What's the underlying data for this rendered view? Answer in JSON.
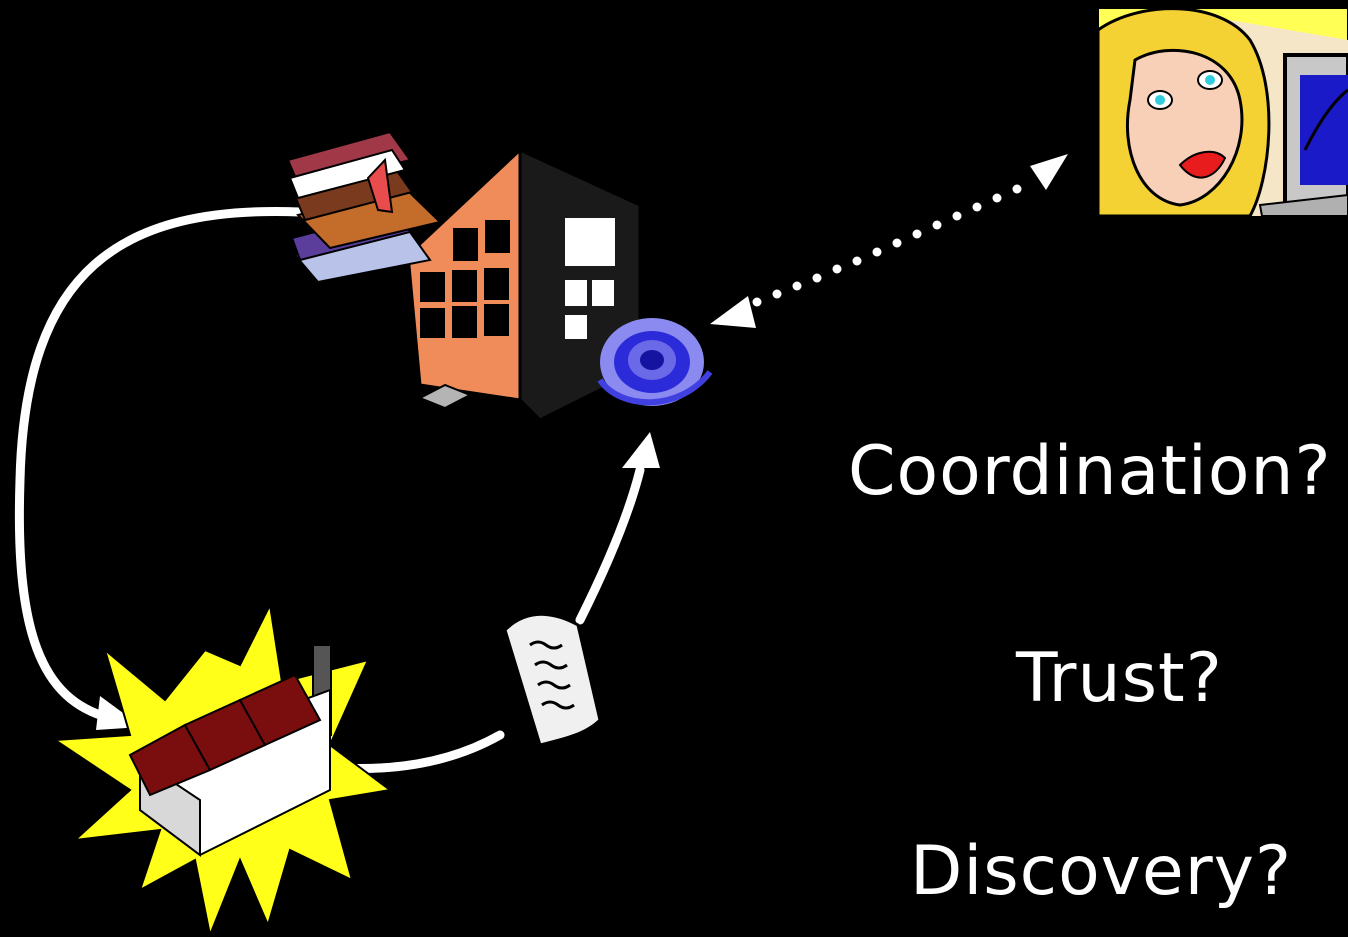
{
  "slide": {
    "background": "#000000",
    "questions": [
      "Coordination?",
      "Trust?",
      "Discovery?"
    ]
  },
  "icons": {
    "person": "woman-at-computer-icon",
    "library": "library-building-icon",
    "books": "book-stack-icon",
    "web": "web-spiral-icon",
    "factory": "factory-burst-icon",
    "document": "document-scroll-icon"
  },
  "colors": {
    "arrow": "#ffffff",
    "building": "#f08c5a",
    "factory_roof": "#7a0e0e",
    "burst": "#ffff1a",
    "web": "#2b2bd9"
  }
}
